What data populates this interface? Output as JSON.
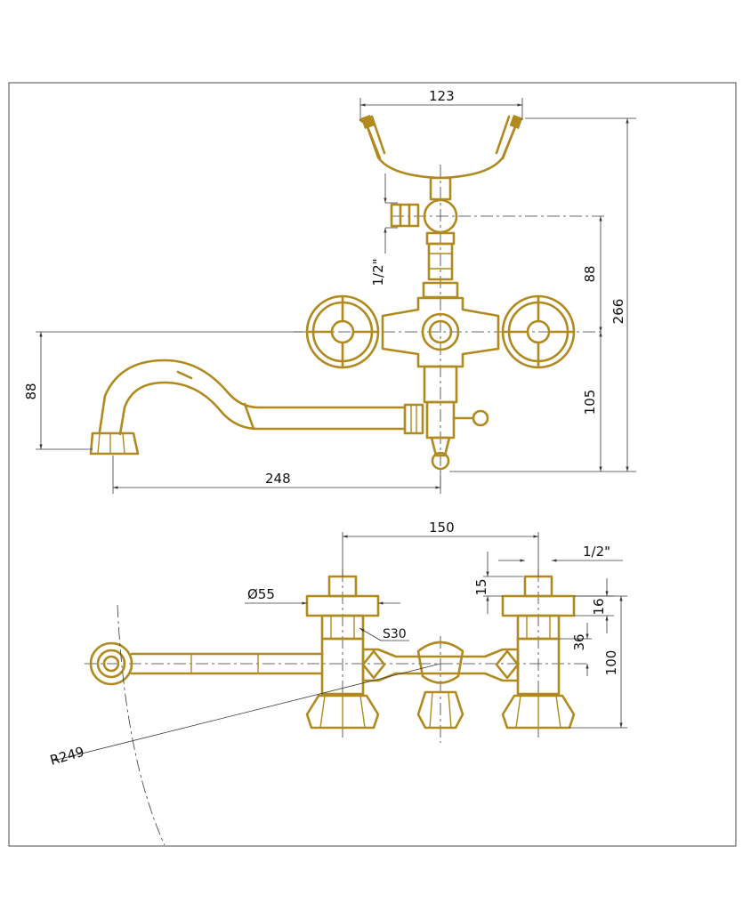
{
  "dimensions": {
    "front_view": {
      "handle_span": "123",
      "inlet_thread": "1/2\"",
      "height_88_right": "88",
      "total_height": "266",
      "spout_drop": "88",
      "lower_height": "105",
      "spout_reach": "248"
    },
    "top_view": {
      "centers": "150",
      "thread_top": "1/2\"",
      "diameter": "Ø55",
      "height_15": "15",
      "height_16": "16",
      "wrench": "S30",
      "height_36": "36",
      "height_100": "100",
      "swing_radius": "R249"
    }
  },
  "colors": {
    "body": "#b08a1e",
    "line": "#3a3a3a",
    "frame": "#4a4a4a"
  }
}
